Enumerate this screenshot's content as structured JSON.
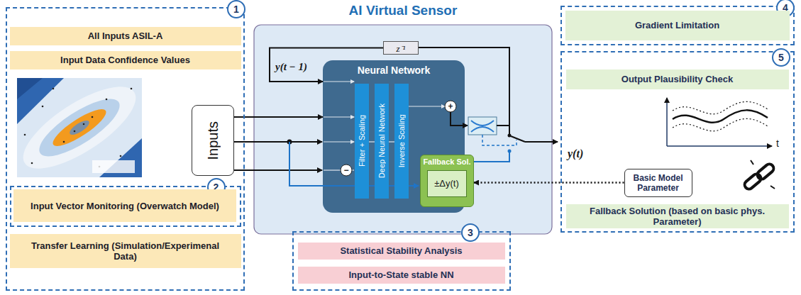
{
  "diagram": {
    "nodes": [
      {
        "text": [
          "1"
        ]
      },
      {
        "text": [
          "All Inputs ASIL-A"
        ],
        "in": 0
      },
      {
        "text": [
          "Input Data Confidence Values"
        ],
        "in": 0
      },
      {
        "text": [
          "2"
        ],
        "in": 0
      },
      {
        "text": [
          "Input Vector Monitoring (Overwatch Model)"
        ],
        "in": 3
      },
      {
        "text": [
          "Transfer Learning (Simulation/Experimenal Data)"
        ],
        "in": 0
      },
      {
        "text": [
          "Inputs"
        ]
      },
      {
        "text": [
          "AI Virtual Sensor"
        ]
      },
      {
        "text": [
          "z⁻¹"
        ],
        "in": 7
      },
      {
        "text": [
          "Neural Network"
        ],
        "in": 7
      },
      {
        "text": [
          "Filter + Scaling"
        ],
        "in": 9
      },
      {
        "text": [
          "Deep Neural Network"
        ],
        "in": 9
      },
      {
        "text": [
          "Inverse Scaling"
        ],
        "in": 9
      },
      {
        "text": [
          "Fallback Sol."
        ],
        "in": 7
      },
      {
        "text": [
          "±Δy(t)"
        ],
        "in": 13
      },
      {
        "text": [
          "3"
        ]
      },
      {
        "text": [
          "Statistical Stability Analysis"
        ],
        "in": 15
      },
      {
        "text": [
          "Input-to-State stable NN"
        ],
        "in": 15
      },
      {
        "text": [
          "4"
        ]
      },
      {
        "text": [
          "Gradient Limitation"
        ],
        "in": 18
      },
      {
        "text": [
          "5"
        ]
      },
      {
        "text": [
          "Output Plausibility Check"
        ],
        "in": 20
      },
      {
        "text": [
          "Basic Model Parameter"
        ],
        "in": 20
      },
      {
        "text": [
          "Fallback Solution (based on basic phys. Parameter)"
        ],
        "in": 20
      }
    ],
    "edges": [
      {
        "from": 6,
        "to": 9,
        "arrow": "to"
      },
      {
        "from": 8,
        "to": 9,
        "arrow": "to"
      },
      {
        "from": 22,
        "to": 13,
        "arrow": "to"
      }
    ],
    "labels": [
      "y(t − 1)",
      "+",
      "−",
      "y(t)",
      "t"
    ]
  }
}
